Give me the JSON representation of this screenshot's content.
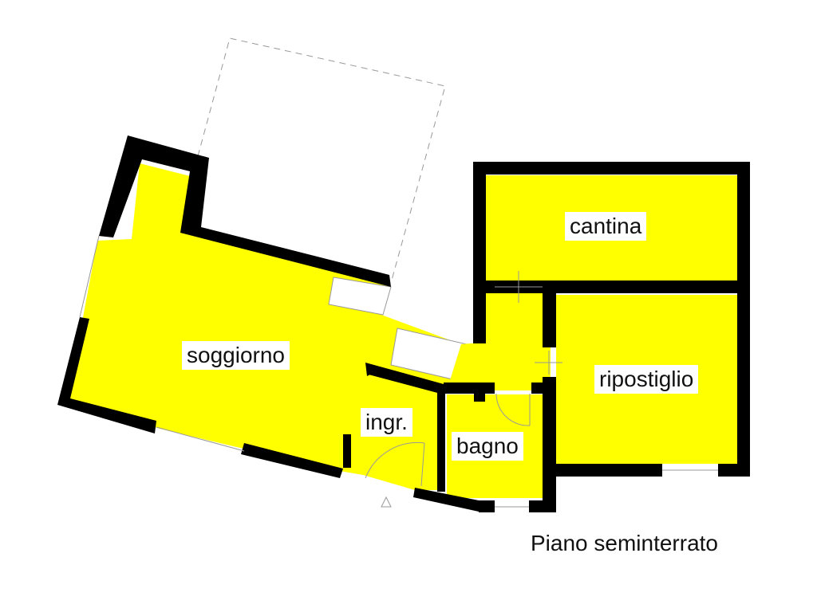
{
  "plan": {
    "caption": "Piano seminterrato",
    "colors": {
      "room_fill": "#ffff00",
      "wall": "#000000",
      "background": "#ffffff",
      "dashed_line": "#999999"
    },
    "rooms": [
      {
        "id": "soggiorno",
        "label": "soggiorno"
      },
      {
        "id": "ingresso",
        "label": "ingr."
      },
      {
        "id": "bagno",
        "label": "bagno"
      },
      {
        "id": "cantina",
        "label": "cantina"
      },
      {
        "id": "ripostiglio",
        "label": "ripostiglio"
      }
    ]
  }
}
